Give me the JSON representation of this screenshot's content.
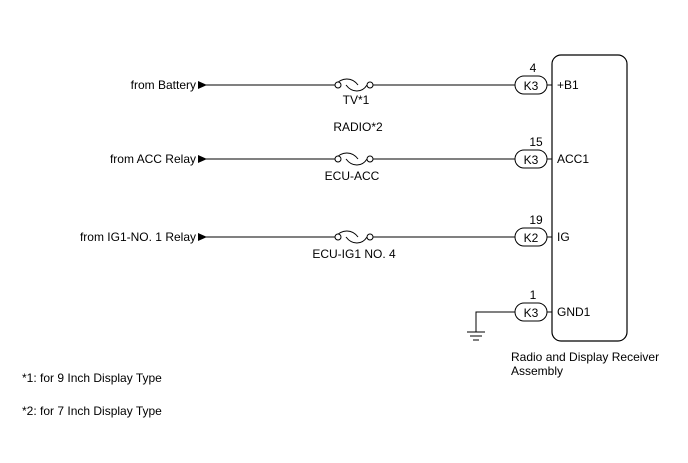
{
  "circuits": [
    {
      "source": "from Battery",
      "fuse": "TV*1",
      "connector": "K3",
      "pin": "4",
      "terminal": "+B1"
    },
    {
      "source": "from ACC Relay",
      "fuse": "ECU-ACC",
      "connector": "K3",
      "pin": "15",
      "terminal": "ACC1"
    },
    {
      "source": "from IG1-NO. 1 Relay",
      "fuse": "ECU-IG1 NO. 4",
      "connector": "K2",
      "pin": "19",
      "terminal": "IG"
    }
  ],
  "fuse_alt_label": "RADIO*2",
  "ground": {
    "connector": "K3",
    "pin": "1",
    "terminal": "GND1"
  },
  "component": {
    "line1": "Radio and Display Receiver",
    "line2": "Assembly"
  },
  "notes": [
    "*1: for 9 Inch Display Type",
    "*2: for 7 Inch Display Type"
  ]
}
